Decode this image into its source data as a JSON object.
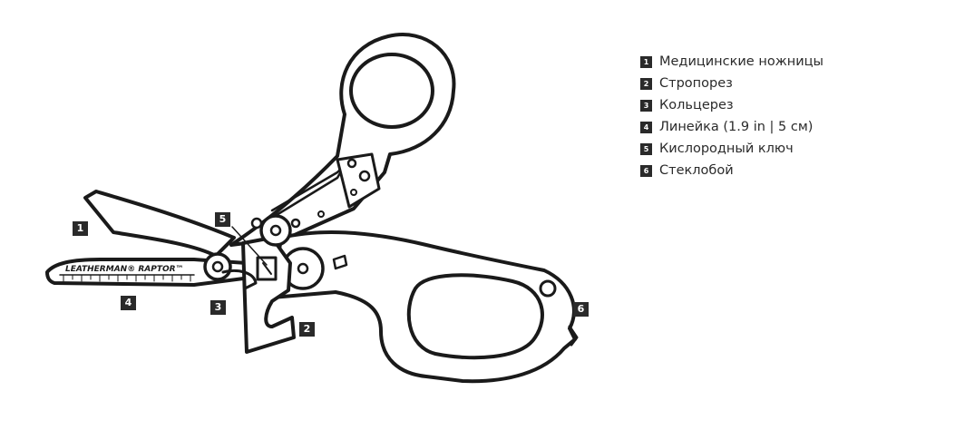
{
  "diagram": {
    "brand_text": "LEATHERMAN® RAPTOR™",
    "callouts": [
      "1",
      "2",
      "3",
      "4",
      "5",
      "6"
    ]
  },
  "legend": {
    "items": [
      {
        "num": "1",
        "label": "Медицинские ножницы"
      },
      {
        "num": "2",
        "label": "Стропорез"
      },
      {
        "num": "3",
        "label": "Кольцерез"
      },
      {
        "num": "4",
        "label": "Линейка (1.9 in | 5 см)"
      },
      {
        "num": "5",
        "label": "Кислородный ключ"
      },
      {
        "num": "6",
        "label": "Стеклобой"
      }
    ]
  }
}
